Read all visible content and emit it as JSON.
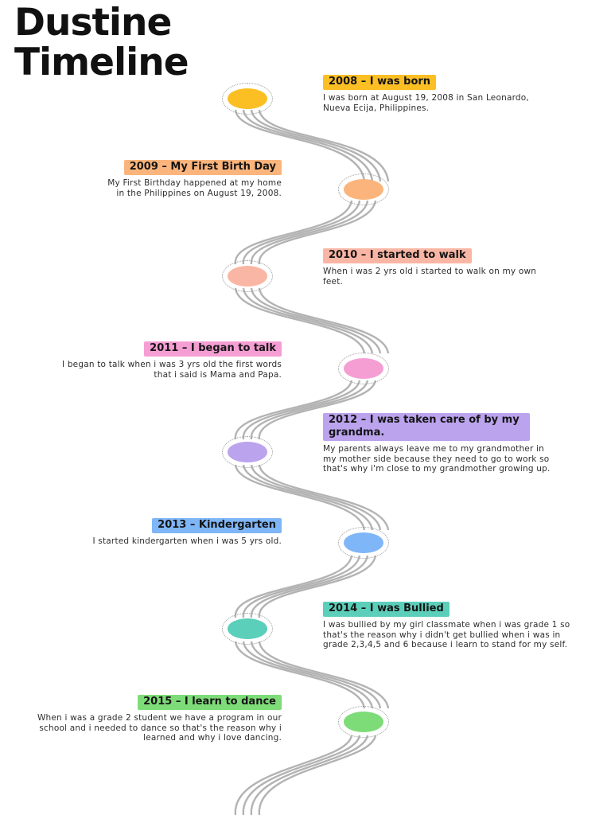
{
  "title": {
    "line1": "Dustine",
    "line2": "Timeline"
  },
  "events": [
    {
      "label": "2008 – I was born",
      "color": "#fbbf24",
      "description": "I was born at August 19, 2008 in San Leonardo, Nueva Ecija, Philippines."
    },
    {
      "label": "2009 – My First Birth Day",
      "color": "#fbb57c",
      "description": "My First Birthday happened at my home in the Philippines on August 19, 2008."
    },
    {
      "label": "2010 – I started to walk",
      "color": "#fab6a4",
      "description": "When i was 2 yrs old i started to walk on my own feet."
    },
    {
      "label": "2011 – I began to talk",
      "color": "#f59ed4",
      "description": "I began to talk when i was 3 yrs old the first words that i said is Mama and Papa."
    },
    {
      "label": "2012 – I was taken care of by my grandma.",
      "color": "#bba3ee",
      "description": "My parents always leave me to my grandmother in my mother side because they need to go to work so that's why i'm close to my grandmother growing up."
    },
    {
      "label": "2013 – Kindergarten",
      "color": "#7fb6f7",
      "description": "I started kindergarten when i was 5 yrs old."
    },
    {
      "label": "2014 – I was Bullied",
      "color": "#5ccfba",
      "description": "I was bullied by my girl classmate when i was grade 1 so that's the reason why i didn't get bullied when i was in grade 2,3,4,5 and 6 because i learn to stand for my self."
    },
    {
      "label": "2015 – I learn to dance",
      "color": "#7edc78",
      "description": "When i was a grade 2 student we have a program in our school and i needed to dance so that's the reason why i learned and why i love dancing."
    }
  ]
}
